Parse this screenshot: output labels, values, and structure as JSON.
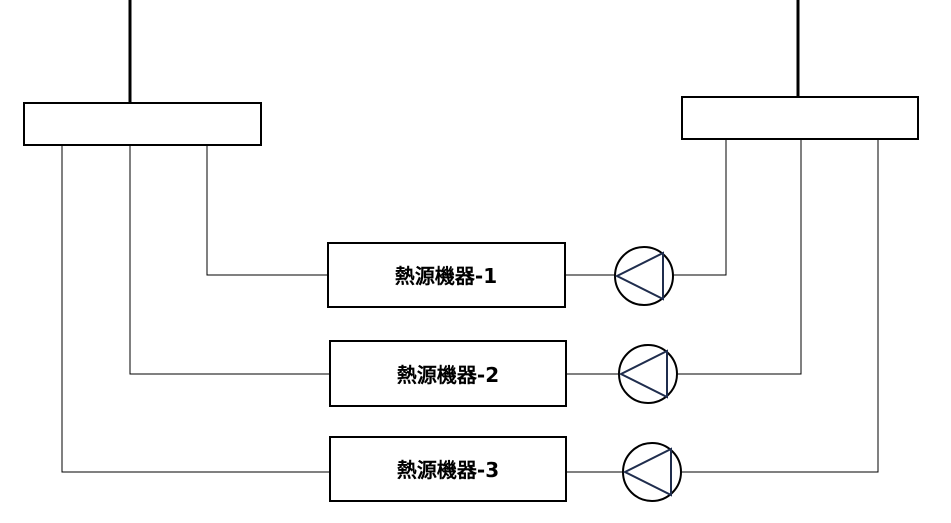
{
  "diagram": {
    "colors": {
      "line": "#000000",
      "pump_symbol": "#1f2d4d",
      "background": "#ffffff"
    },
    "units": [
      {
        "label": "熱源機器-1"
      },
      {
        "label": "熱源機器-2"
      },
      {
        "label": "熱源機器-3"
      }
    ],
    "pumps": [
      {
        "icon": "pump-icon"
      },
      {
        "icon": "pump-icon"
      },
      {
        "icon": "pump-icon"
      }
    ]
  }
}
